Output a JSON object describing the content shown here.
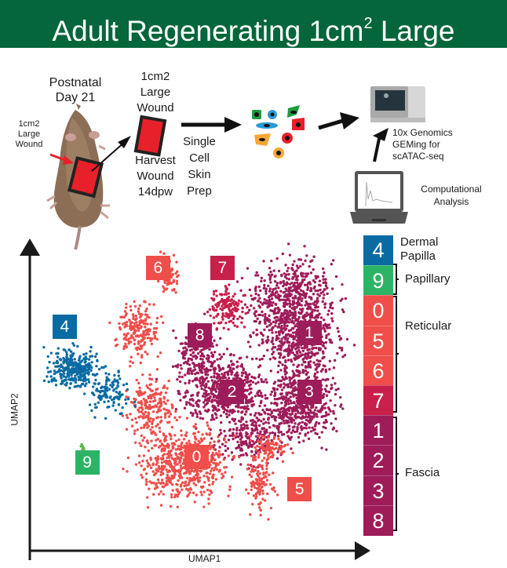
{
  "header": {
    "title_main": "Adult Regenerating 1cm",
    "title_sup": "2",
    "title_end": " Large",
    "bg_color": "#04663a"
  },
  "workflow": {
    "mouse_label": [
      "Postnatal",
      "Day 21"
    ],
    "wound_callout": [
      "1cm2",
      "Large",
      "Wound"
    ],
    "wound_top_label": [
      "1cm2",
      "Large",
      "Wound"
    ],
    "harvest_label": [
      "Harvest",
      "Wound",
      "14dpw"
    ],
    "prep_label": [
      "Single",
      "Cell",
      "Skin",
      "Prep"
    ],
    "genomics_label": [
      "10x Genomics",
      "GEMing for",
      "scATAC-seq"
    ],
    "computational_label": [
      "Computational",
      "Analysis"
    ]
  },
  "chart_data": {
    "type": "scatter",
    "title": "",
    "xlabel": "UMAP1",
    "ylabel": "UMAP2",
    "grid": false,
    "legend_placement": "right",
    "clusters": [
      {
        "id": "0",
        "group": "Reticular",
        "color": "#ef4e4a",
        "label_pos": [
          0.5,
          0.3
        ]
      },
      {
        "id": "1",
        "group": "Fascia",
        "color": "#9e1c5a",
        "label_pos": [
          0.85,
          0.72
        ]
      },
      {
        "id": "2",
        "group": "Fascia",
        "color": "#9e1c5a",
        "label_pos": [
          0.61,
          0.52
        ]
      },
      {
        "id": "3",
        "group": "Fascia",
        "color": "#9e1c5a",
        "label_pos": [
          0.85,
          0.52
        ]
      },
      {
        "id": "4",
        "group": "Dermal Papilla",
        "color": "#0a6ba3",
        "label_pos": [
          0.09,
          0.74
        ]
      },
      {
        "id": "5",
        "group": "Reticular",
        "color": "#ef4e4a",
        "label_pos": [
          0.82,
          0.19
        ]
      },
      {
        "id": "6",
        "group": "Reticular",
        "color": "#ef4e4a",
        "label_pos": [
          0.38,
          0.94
        ]
      },
      {
        "id": "7",
        "group": "Reticular",
        "color": "#c91f4b",
        "label_pos": [
          0.58,
          0.94
        ]
      },
      {
        "id": "8",
        "group": "Fascia",
        "color": "#9e1c5a",
        "label_pos": [
          0.51,
          0.71
        ]
      },
      {
        "id": "9",
        "group": "Papillary",
        "color": "#2db366",
        "label_pos": [
          0.16,
          0.28
        ]
      }
    ]
  },
  "legend": {
    "cells": [
      {
        "id": "4",
        "color": "#0a6ba3"
      },
      {
        "id": "9",
        "color": "#2db366"
      },
      {
        "id": "0",
        "color": "#ef4e4a"
      },
      {
        "id": "5",
        "color": "#ef4e4a"
      },
      {
        "id": "6",
        "color": "#ef4e4a"
      },
      {
        "id": "7",
        "color": "#c91f4b"
      },
      {
        "id": "1",
        "color": "#9e1c5a"
      },
      {
        "id": "2",
        "color": "#9e1c5a"
      },
      {
        "id": "3",
        "color": "#9e1c5a"
      },
      {
        "id": "8",
        "color": "#9e1c5a"
      }
    ],
    "groups": {
      "dermal_papilla": [
        "Dermal",
        "Papilla"
      ],
      "papillary": "Papillary",
      "reticular": "Reticular",
      "fascia": "Fascia"
    }
  }
}
